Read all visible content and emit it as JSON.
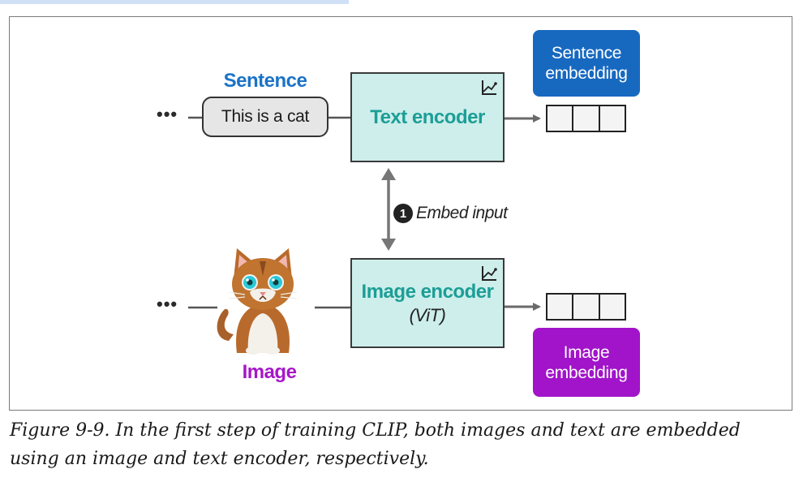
{
  "diagram": {
    "sentence_label": "Sentence",
    "image_label": "Image",
    "ellipsis": "•••",
    "sentence_text": "This is a cat",
    "text_encoder": "Text encoder",
    "image_encoder": "Image encoder",
    "image_encoder_sub": "(ViT)",
    "sentence_embedding": "Sentence\nembedding",
    "image_embedding": "Image\nembedding",
    "step_number": "1",
    "step_text": "Embed input",
    "colors": {
      "sentence_blue": "#1769c0",
      "image_purple": "#a114c9",
      "encoder_fill": "#cdeeeb",
      "encoder_text": "#1c9e96"
    },
    "icons": {
      "trainable": "trainable-axes-icon",
      "cat": "cat-image"
    }
  },
  "caption": "Figure 9-9. In the first step of training CLIP, both images and text are embedded using an image and text encoder, respectively."
}
